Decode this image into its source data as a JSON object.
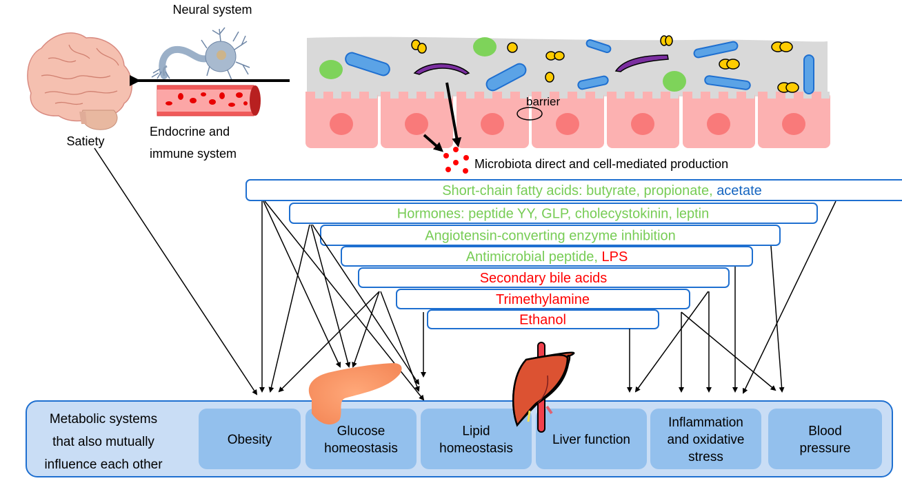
{
  "labels": {
    "neural_system": "Neural system",
    "endocrine_line1": "Endocrine and",
    "endocrine_line2": "immune system",
    "satiety": "Satiety",
    "barrier": "barrier",
    "production": "Microbiota direct and cell-mediated production"
  },
  "colors": {
    "beneficial": "#77CC55",
    "harmful": "#FF0000",
    "neutral_blue": "#1565C0",
    "box_border": "#1E6FD0",
    "system_panel": "#C9DDF5",
    "system_box": "#93C0ED",
    "gut_lumen": "#D9D9D9",
    "epithelium": "#FCB1B1",
    "nucleus": "#F97A7A"
  },
  "metabolites": [
    {
      "id": "scfa",
      "parts": [
        {
          "text": "Short-chain fatty acids: butyrate, propionate, ",
          "effect": "beneficial"
        },
        {
          "text": "acetate",
          "effect": "neutral_blue"
        }
      ]
    },
    {
      "id": "hormones",
      "parts": [
        {
          "text": "Hormones: peptide YY, GLP, cholecystokinin, leptin",
          "effect": "beneficial"
        }
      ]
    },
    {
      "id": "ace",
      "parts": [
        {
          "text": "Angiotensin-converting enzyme inhibition",
          "effect": "beneficial"
        }
      ]
    },
    {
      "id": "amp",
      "parts": [
        {
          "text": "Antimicrobial peptide, ",
          "effect": "beneficial"
        },
        {
          "text": "LPS",
          "effect": "harmful"
        }
      ]
    },
    {
      "id": "bile",
      "parts": [
        {
          "text": "Secondary bile acids",
          "effect": "harmful"
        }
      ]
    },
    {
      "id": "tma",
      "parts": [
        {
          "text": "Trimethylamine",
          "effect": "harmful"
        }
      ]
    },
    {
      "id": "ethanol",
      "parts": [
        {
          "text": "Ethanol",
          "effect": "harmful"
        }
      ]
    }
  ],
  "systems_panel": {
    "caption": [
      "Metabolic systems",
      "that also mutually",
      "influence each other"
    ],
    "systems": [
      {
        "id": "obesity",
        "lines": [
          "Obesity"
        ]
      },
      {
        "id": "glucose",
        "lines": [
          "Glucose",
          "homeostasis"
        ]
      },
      {
        "id": "lipid",
        "lines": [
          "Lipid",
          "homeostasis"
        ]
      },
      {
        "id": "liver",
        "lines": [
          "Liver function"
        ]
      },
      {
        "id": "inflammation",
        "lines": [
          "Inflammation",
          "and oxidative",
          "stress"
        ]
      },
      {
        "id": "bp",
        "lines": [
          "Blood",
          "pressure"
        ]
      }
    ]
  },
  "connections": [
    {
      "from": "satiety",
      "to": "obesity"
    },
    {
      "from": "scfa",
      "to": "obesity"
    },
    {
      "from": "scfa",
      "to": "glucose"
    },
    {
      "from": "scfa",
      "to": "lipid"
    },
    {
      "from": "scfa",
      "to": "bp"
    },
    {
      "from": "hormones",
      "to": "obesity"
    },
    {
      "from": "hormones",
      "to": "glucose"
    },
    {
      "from": "hormones",
      "to": "lipid"
    },
    {
      "from": "ace",
      "to": "bp"
    },
    {
      "from": "amp",
      "to": "inflammation"
    },
    {
      "from": "bile",
      "to": "obesity"
    },
    {
      "from": "bile",
      "to": "glucose"
    },
    {
      "from": "bile",
      "to": "lipid"
    },
    {
      "from": "tma",
      "to": "liver"
    },
    {
      "from": "tma",
      "to": "inflammation"
    },
    {
      "from": "ethanol",
      "to": "liver"
    },
    {
      "from": "ethanol",
      "to": "inflammation"
    },
    {
      "from": "ethanol",
      "to": "bp"
    },
    {
      "from": "ethanol_left",
      "to": "lipid"
    }
  ]
}
